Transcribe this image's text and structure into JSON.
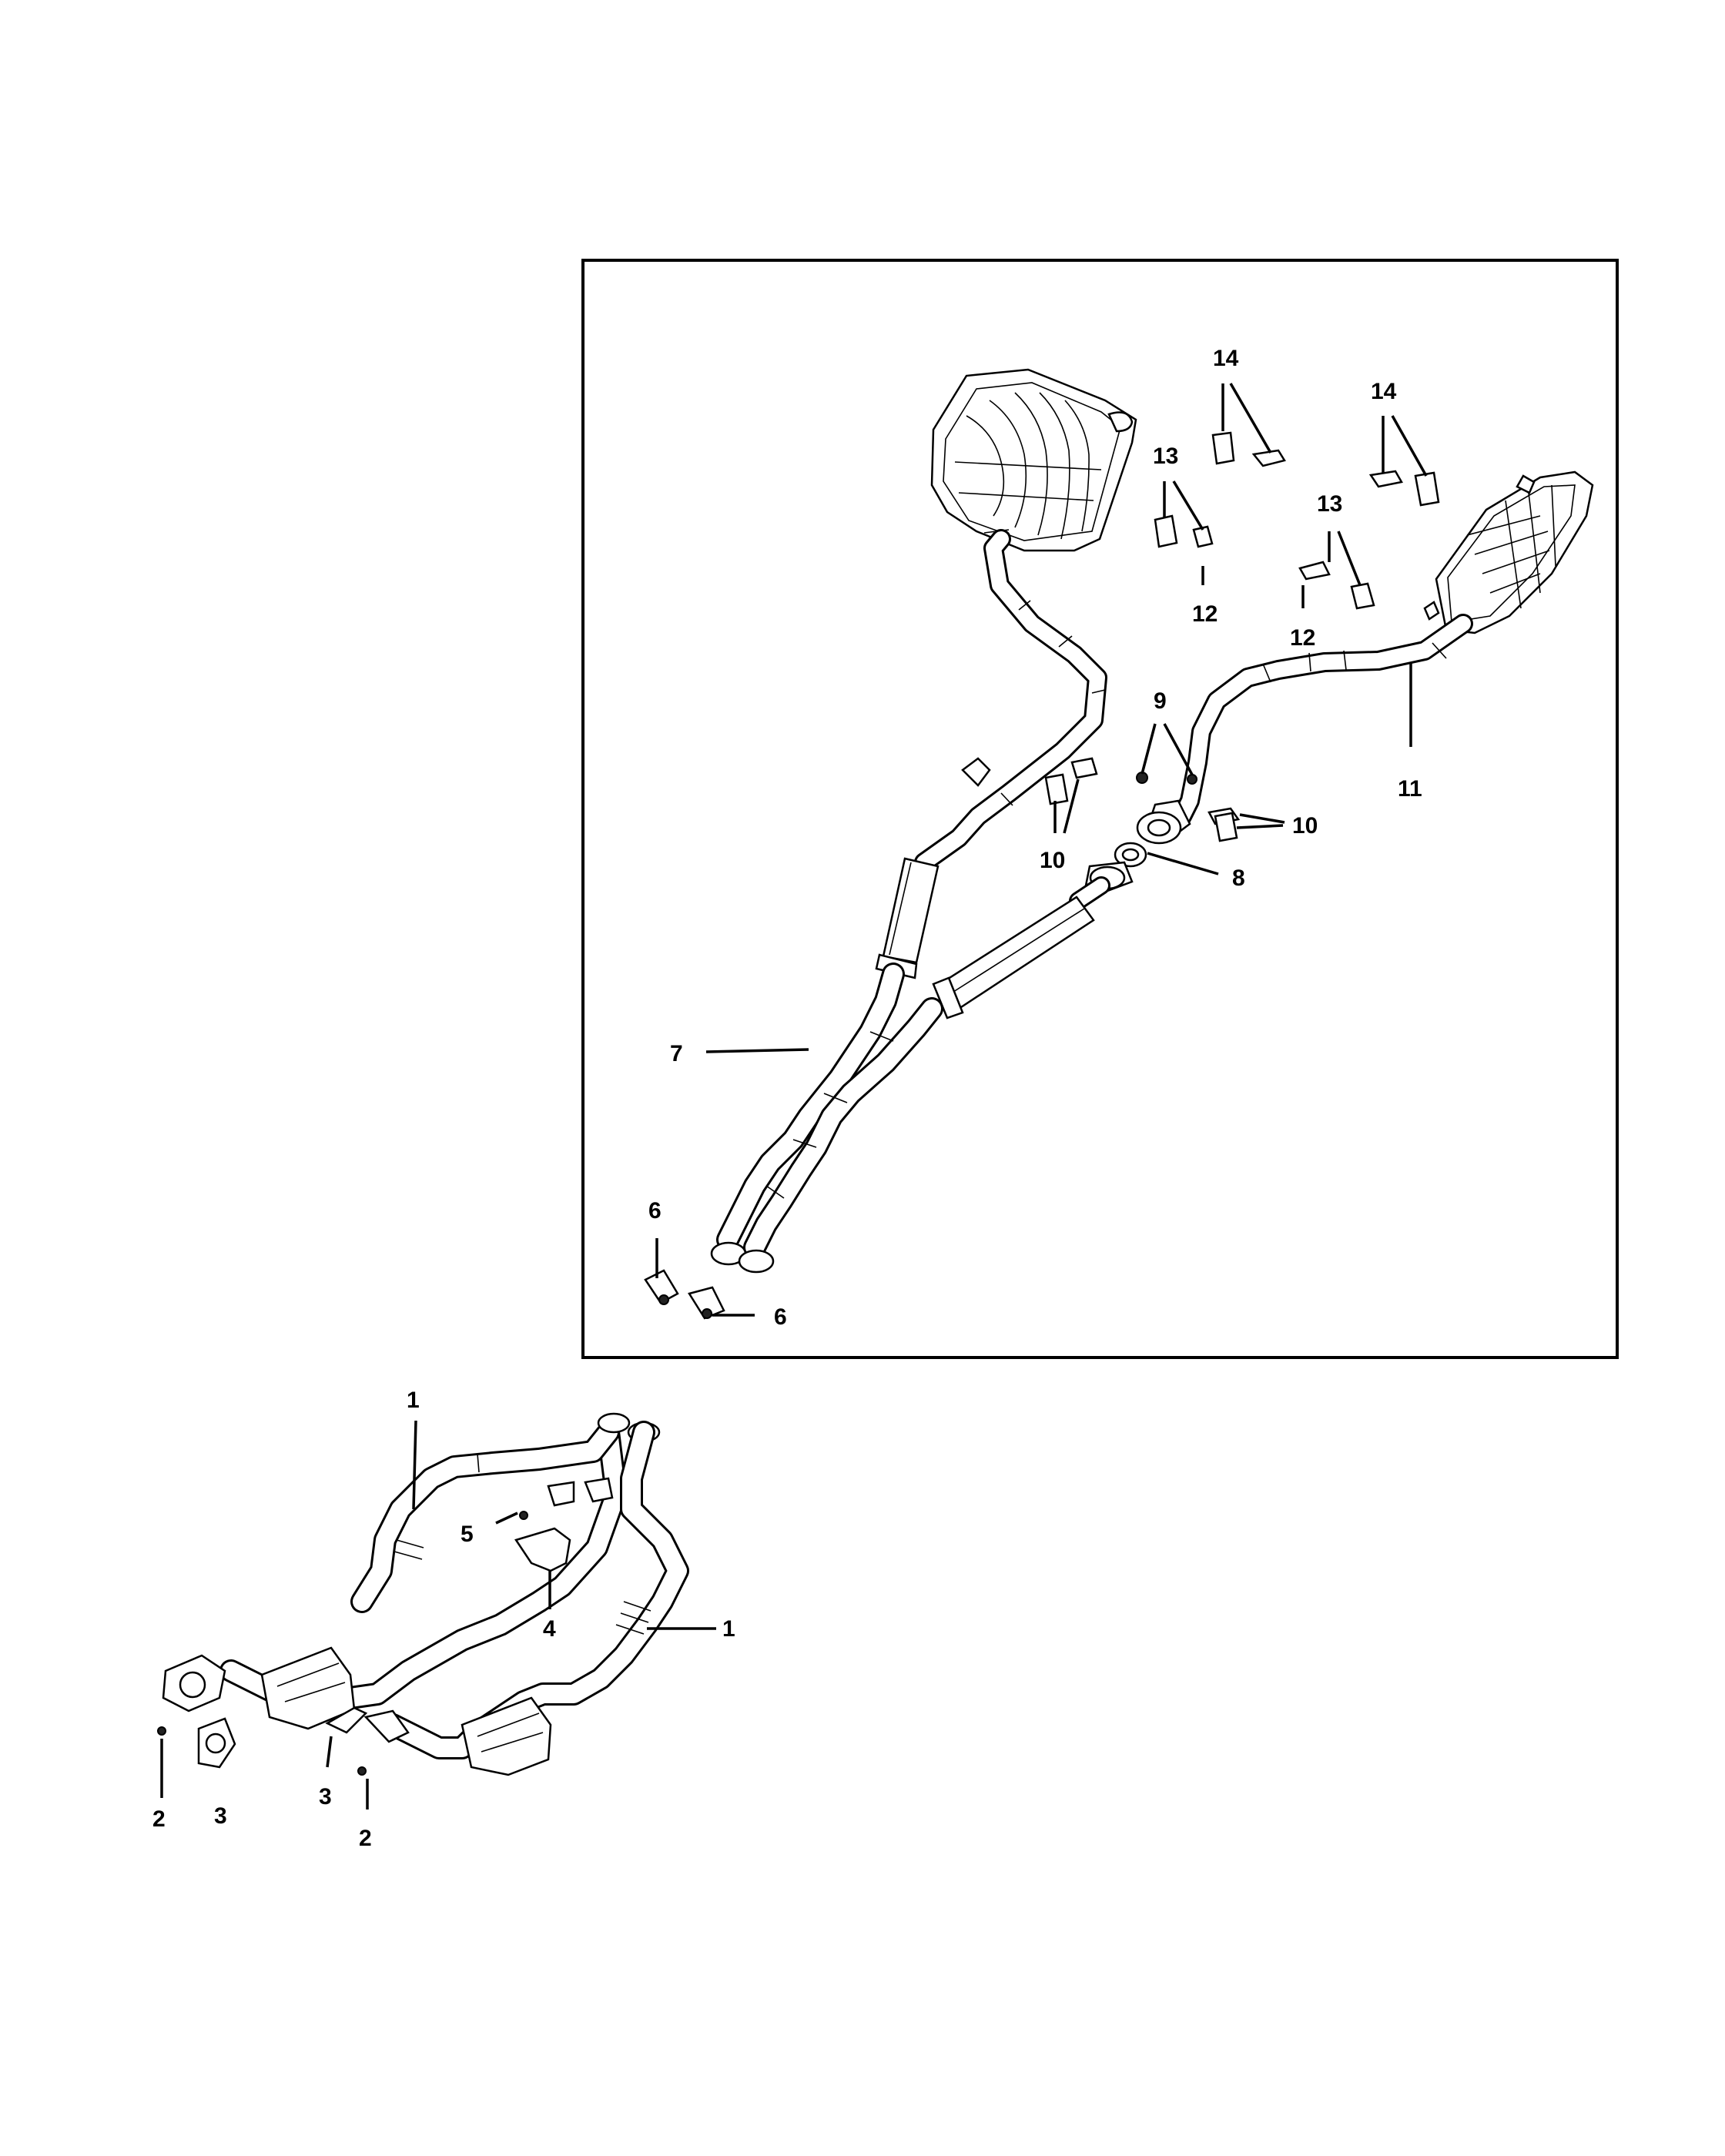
{
  "diagram": {
    "callouts": {
      "c1a": "1",
      "c1b": "1",
      "c2a": "2",
      "c2b": "2",
      "c3a": "3",
      "c3b": "3",
      "c4": "4",
      "c5": "5",
      "c6a": "6",
      "c6b": "6",
      "c7": "7",
      "c8": "8",
      "c9": "9",
      "c10a": "10",
      "c10b": "10",
      "c11": "11",
      "c12a": "12",
      "c12b": "12",
      "c13a": "13",
      "c13b": "13",
      "c14a": "14",
      "c14b": "14"
    }
  }
}
